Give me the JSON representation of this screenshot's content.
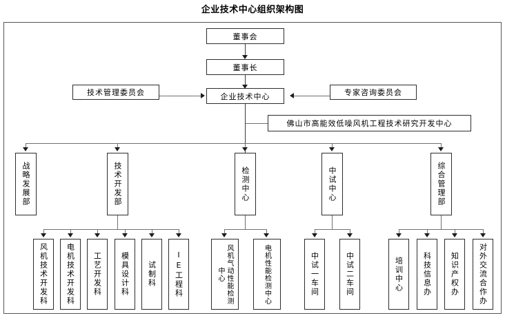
{
  "title": "企业技术中心组织架构图",
  "nodes": {
    "board": "董事会",
    "chairman": "董事长",
    "tech_mgmt_committee": "技术管理委员会",
    "center": "企业技术中心",
    "expert_committee": "专家咨询委员会",
    "research_center": "佛山市高能效低噪风机工程技术研究开发中心"
  },
  "departments": [
    {
      "label": "战略发展部"
    },
    {
      "label": "技术开发部"
    },
    {
      "label": "检测中心"
    },
    {
      "label": "中试中心"
    },
    {
      "label": "综合管理部"
    }
  ],
  "tech_dev_units": [
    {
      "label": "风机技术开发科"
    },
    {
      "label": "电机技术开发科"
    },
    {
      "label": "工艺开发科"
    },
    {
      "label": "模具设计科"
    },
    {
      "label": "试制科"
    },
    {
      "label": "IE工程科"
    }
  ],
  "testing_units": [
    {
      "label": "风机气动性能检测中心"
    },
    {
      "label": "电机性能检测中心"
    }
  ],
  "pilot_units": [
    {
      "label": "中试一车间"
    },
    {
      "label": "中试二车间"
    }
  ],
  "admin_units": [
    {
      "label": "培训中心"
    },
    {
      "label": "科技信息办"
    },
    {
      "label": "知识产权办"
    },
    {
      "label": "对外交流合作办"
    }
  ],
  "colors": {
    "box_border": "#2b2b2b",
    "frame_border": "#555555",
    "connector": "#6f6f6f",
    "arrow": "#1d1d1d",
    "background": "#ffffff",
    "text": "#000000"
  }
}
